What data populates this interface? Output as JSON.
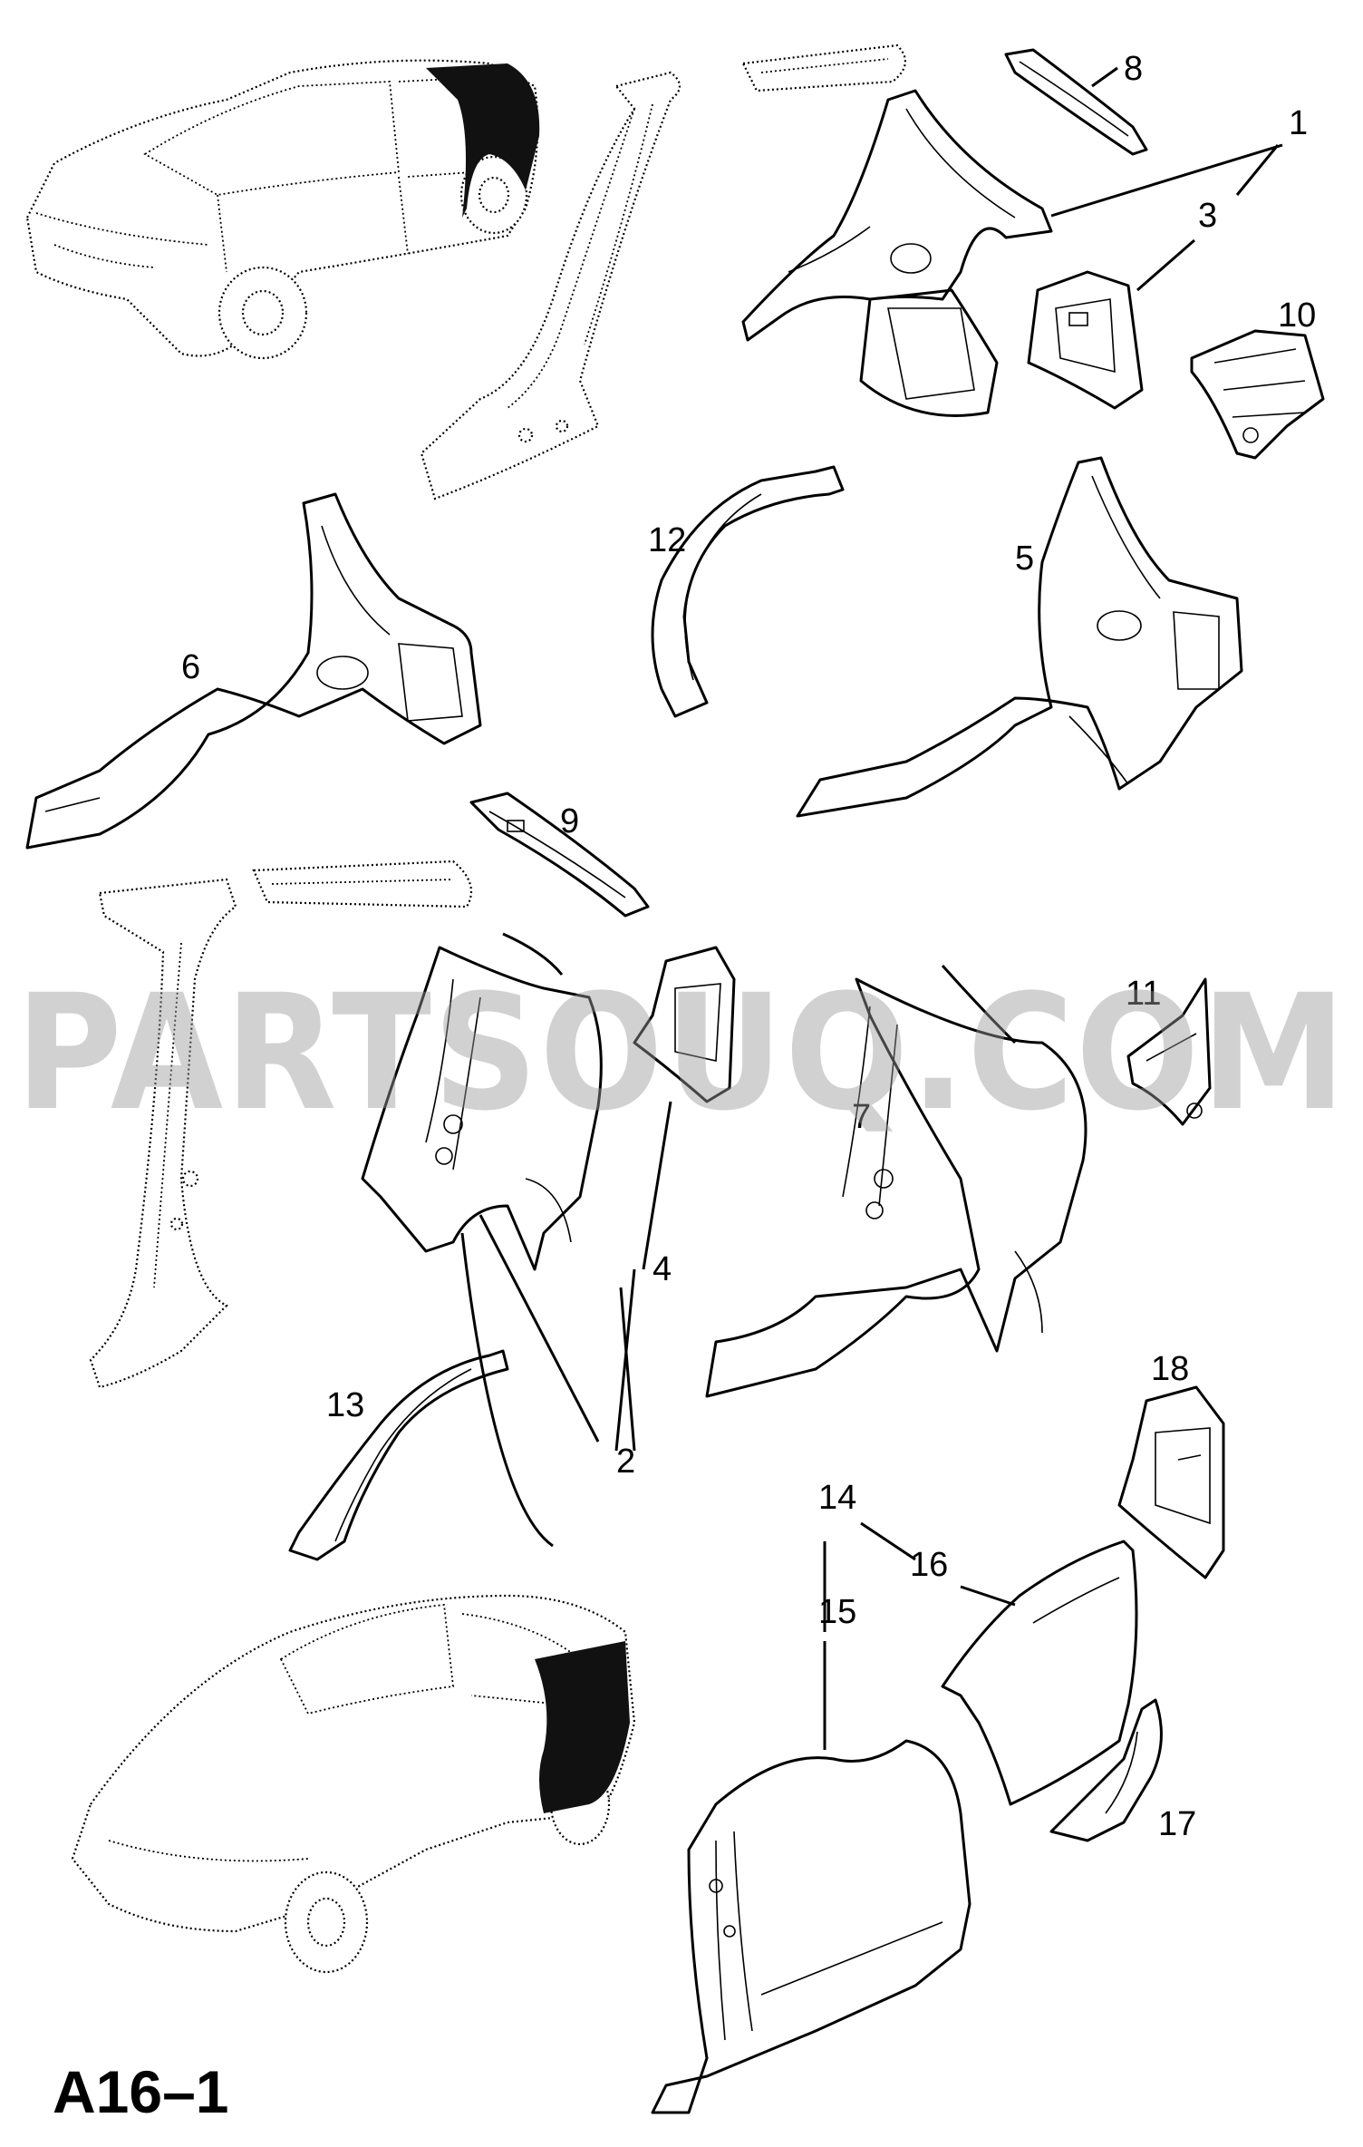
{
  "figure_id": "A16–1",
  "watermark": "PARTSOUQ.COM",
  "callouts": [
    {
      "label": "1"
    },
    {
      "label": "2"
    },
    {
      "label": "3"
    },
    {
      "label": "4"
    },
    {
      "label": "5"
    },
    {
      "label": "6"
    },
    {
      "label": "7"
    },
    {
      "label": "8"
    },
    {
      "label": "9"
    },
    {
      "label": "10"
    },
    {
      "label": "11"
    },
    {
      "label": "12"
    },
    {
      "label": "13"
    },
    {
      "label": "14"
    },
    {
      "label": "15"
    },
    {
      "label": "16"
    },
    {
      "label": "17"
    },
    {
      "label": "18"
    }
  ],
  "colors": {
    "line": "#000000",
    "background": "#ffffff",
    "watermark": "#9a9a9a"
  }
}
